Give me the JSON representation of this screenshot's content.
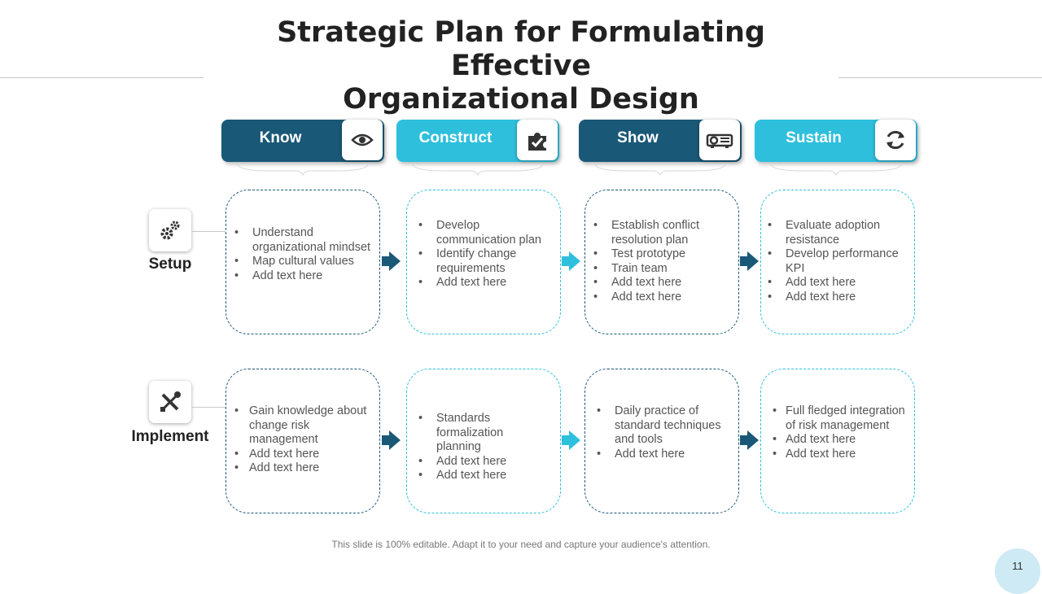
{
  "slide": {
    "title_line1": "Strategic Plan for Formulating Effective",
    "title_line2": "Organizational Design",
    "footer": "This slide is 100% editable. Adapt it to your need and capture your audience's attention.",
    "page_number": "11"
  },
  "colors": {
    "dark": "#1a5877",
    "light": "#2ebfdd"
  },
  "columns": [
    {
      "label": "Know",
      "icon": "eye-icon"
    },
    {
      "label": "Construct",
      "icon": "puzzle-check-icon"
    },
    {
      "label": "Show",
      "icon": "projector-icon"
    },
    {
      "label": "Sustain",
      "icon": "refresh-icon"
    }
  ],
  "rows": [
    {
      "label": "Setup",
      "icon": "gears-icon",
      "cells": [
        [
          "Understand organizational mindset",
          "Map cultural values",
          "Add text here"
        ],
        [
          "Develop communication plan",
          "Identify change requirements",
          "Add text here"
        ],
        [
          "Establish conflict resolution plan",
          "Test prototype",
          "Train team",
          "Add text here",
          "Add text here"
        ],
        [
          "Evaluate adoption resistance",
          "Develop performance KPI",
          "Add text here",
          "Add text here"
        ]
      ]
    },
    {
      "label": "Implement",
      "icon": "tools-icon",
      "cells": [
        [
          "Gain knowledge about change risk management",
          "Add text here",
          "Add text here"
        ],
        [
          "Standards formalization planning",
          "Add text here",
          "Add text here"
        ],
        [
          "Daily practice of standard techniques and tools",
          "Add text here"
        ],
        [
          "Full fledged integration of risk management",
          "Add text here",
          "Add text here"
        ]
      ]
    }
  ]
}
